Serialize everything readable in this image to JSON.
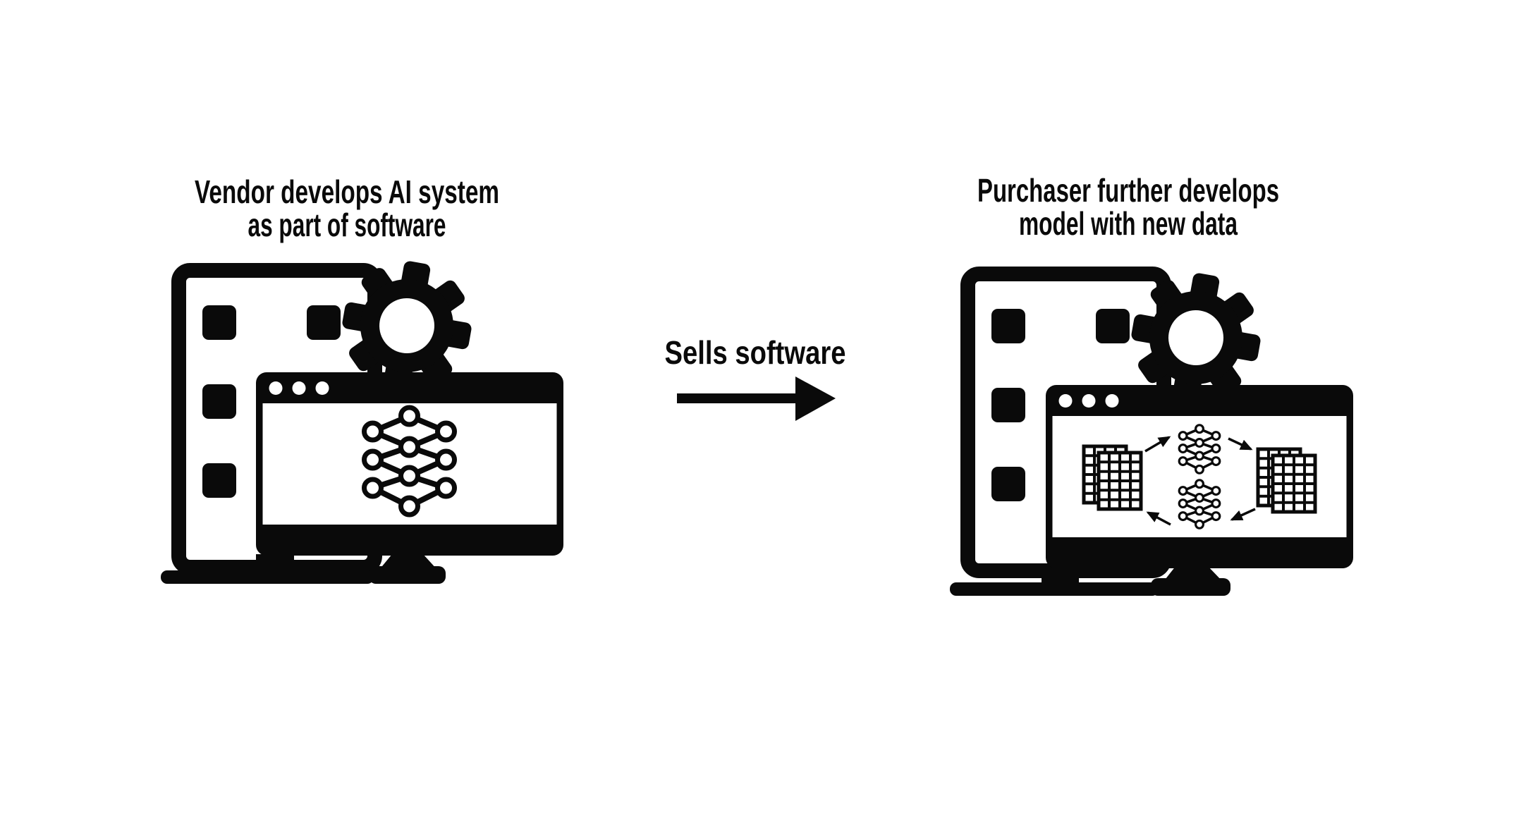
{
  "page": {
    "background": "#ffffff",
    "ink": "#0a0a0a"
  },
  "left_panel": {
    "title_line1": "Vendor develops AI system",
    "title_line2": "as part of software",
    "icons": [
      "office-building-icon",
      "gear-icon",
      "browser-window-icon",
      "neural-network-icon"
    ]
  },
  "transfer": {
    "label": "Sells software",
    "icon": "right-arrow-icon"
  },
  "right_panel": {
    "title_line1": "Purchaser further develops",
    "title_line2": "model with new data",
    "icons": [
      "office-building-icon",
      "gear-icon",
      "browser-window-icon",
      "data-table-icon",
      "neural-network-icon",
      "data-table-icon",
      "neural-network-icon",
      "cycle-arrows"
    ]
  }
}
